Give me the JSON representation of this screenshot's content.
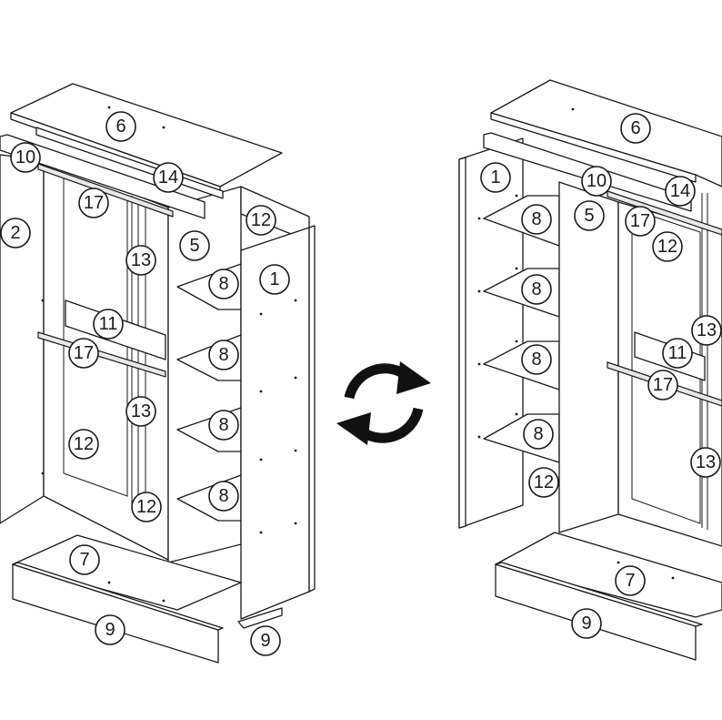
{
  "figure": {
    "left_view": {
      "callouts": [
        "6",
        "10",
        "14",
        "17",
        "2",
        "12",
        "5",
        "13",
        "1",
        "8",
        "11",
        "17",
        "8",
        "13",
        "8",
        "12",
        "12",
        "8",
        "7",
        "9",
        "9"
      ]
    },
    "right_view": {
      "callouts": [
        "6",
        "1",
        "10",
        "14",
        "5",
        "8",
        "17",
        "12",
        "8",
        "13",
        "11",
        "8",
        "17",
        "8",
        "13",
        "12",
        "7",
        "9"
      ]
    },
    "center_icon": "rotate-arrows-icon",
    "colors": {
      "line": "#1a1a1a",
      "background": "#ffffff"
    }
  }
}
